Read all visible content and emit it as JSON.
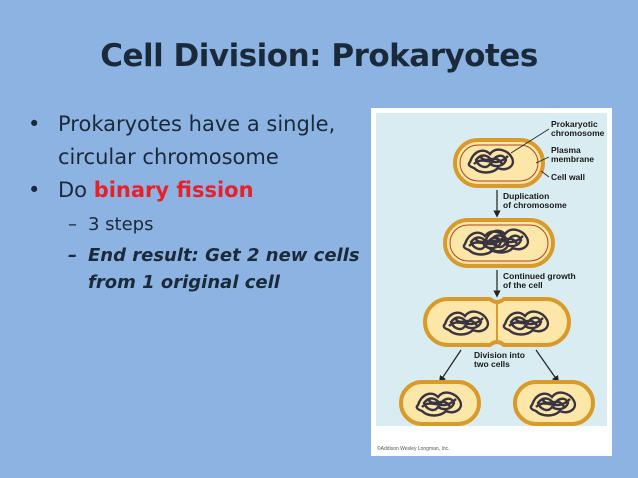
{
  "slide": {
    "title": "Cell Division: Prokaryotes",
    "bullets": [
      {
        "text": "Prokaryotes have a single, circular chromosome"
      },
      {
        "prefix": "Do ",
        "highlight": "binary fission"
      }
    ],
    "sub_bullets": [
      {
        "text": "3 steps"
      },
      {
        "text": "End result: Get 2 new cells from 1 original cell"
      }
    ]
  },
  "figure": {
    "labels": {
      "chromosome": "Prokaryotic chromosome",
      "membrane": "Plasma membrane",
      "wall": "Cell wall",
      "step1": "Duplication of chromosome",
      "step2": "Continued growth of the cell",
      "step3": "Division into two cells"
    },
    "copyright": "©Addison Wesley Longman, Inc.",
    "colors": {
      "cell_fill": "#fce6a8",
      "cell_wall": "#d89a2a",
      "panel": "#d8ecf2",
      "chromosome": "#3a3440"
    }
  }
}
